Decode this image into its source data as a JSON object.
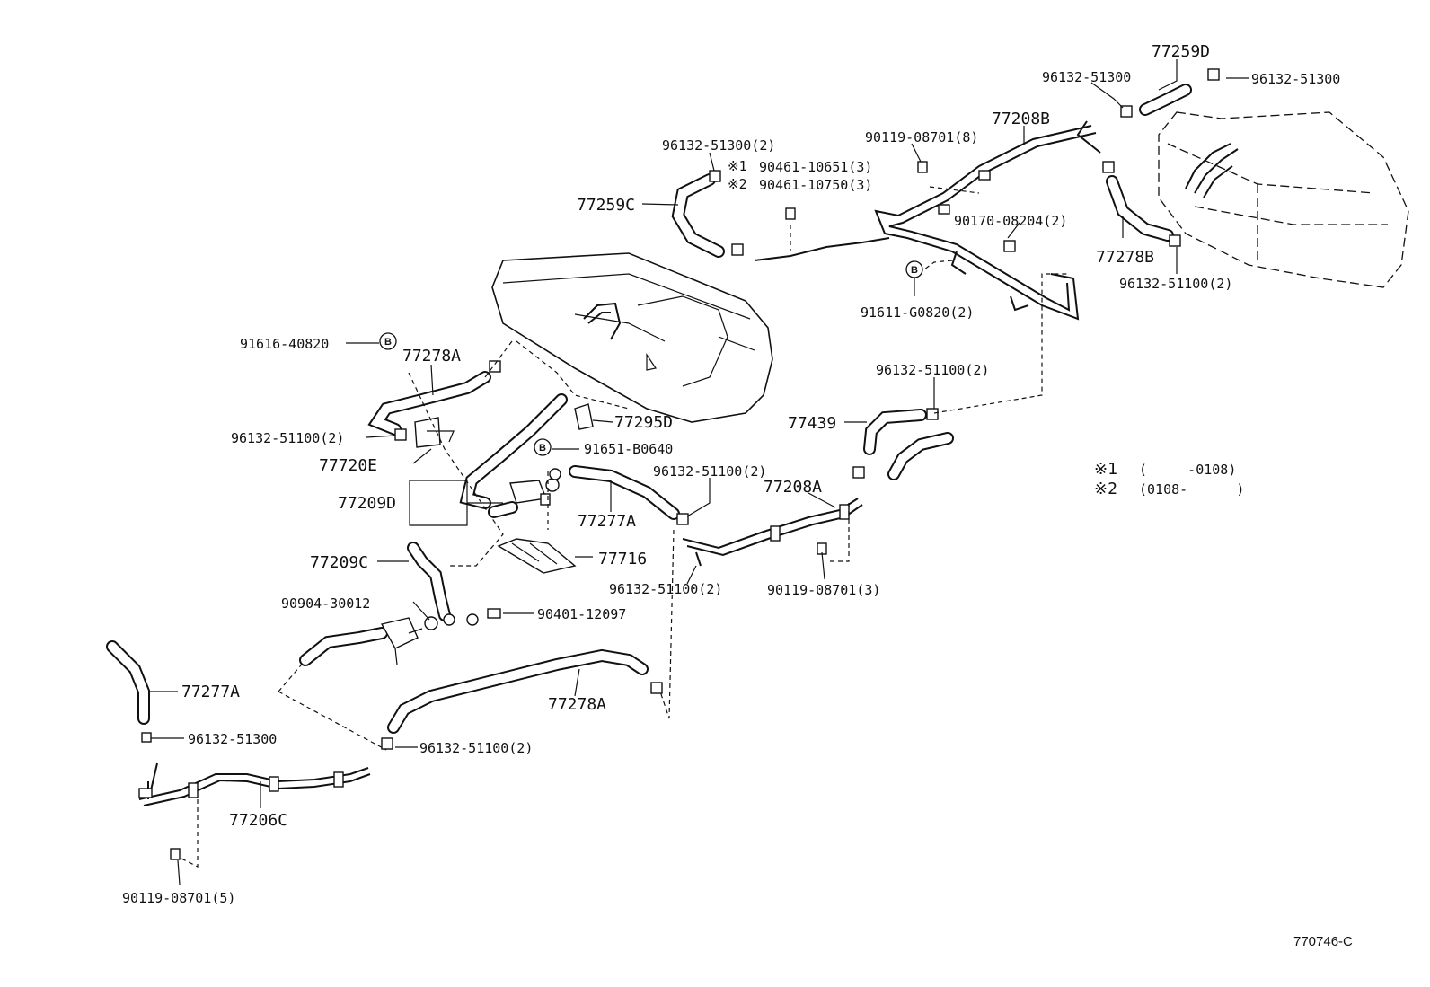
{
  "diagram_id": "770746-C",
  "notes": {
    "n1_mark": "※1",
    "n1_range": "(     -0108)",
    "n2_mark": "※2",
    "n2_range": "(0108-      )"
  },
  "callout_B": "B",
  "labels": {
    "p77259D": "77259D",
    "p96132_51300_a": "96132-51300",
    "p96132_51300_b": "96132-51300",
    "p77208B": "77208B",
    "p90119_08701_8": "90119-08701(8)",
    "p96132_51300_2": "96132-51300(2)",
    "star1": "※1",
    "p90461_10651": "90461-10651(3)",
    "star2": "※2",
    "p90461_10750": "90461-10750(3)",
    "p77259C": "77259C",
    "p90170_08204": "90170-08204(2)",
    "p77278B": "77278B",
    "p96132_51100_2a": "96132-51100(2)",
    "p91611_G0820": "91611-G0820(2)",
    "p91616_40820": "91616-40820",
    "p77278A_a": "77278A",
    "p96132_51100_2b": "96132-51100(2)",
    "p77439": "77439",
    "p96132_51100_2c": "96132-51100(2)",
    "p77720E": "77720E",
    "p77295D": "77295D",
    "p91651_B0640": "91651-B0640",
    "p96132_51100_2d": "96132-51100(2)",
    "p77208A": "77208A",
    "p77209D": "77209D",
    "p77277A_a": "77277A",
    "p77716": "77716",
    "p96132_51100_2e": "96132-51100(2)",
    "p90119_08701_3": "90119-08701(3)",
    "p77209C": "77209C",
    "p90904_30012": "90904-30012",
    "p90401_12097": "90401-12097",
    "p77277A_b": "77277A",
    "p77278A_b": "77278A",
    "p96132_51300_c": "96132-51300",
    "p96132_51100_2f": "96132-51100(2)",
    "p77206C": "77206C",
    "p90119_08701_5": "90119-08701(5)"
  }
}
